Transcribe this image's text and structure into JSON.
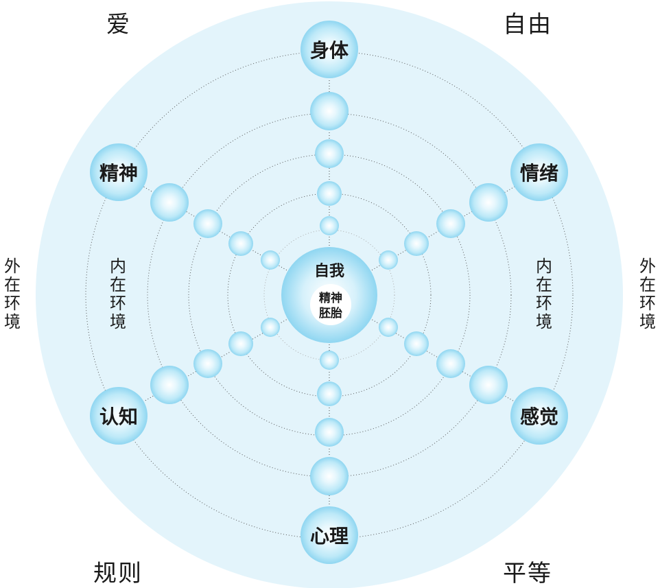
{
  "corners": {
    "top_left": "爱",
    "top_right": "自由",
    "bottom_left": "规则",
    "bottom_right": "平等"
  },
  "side_labels": {
    "outer_left": "外\n在\n环\n境",
    "outer_right": "外\n在\n环\n境",
    "inner_left": "内\n在\n环\n境",
    "inner_right": "内\n在\n环\n境"
  },
  "center": {
    "title": "自我",
    "sub_line1": "精神",
    "sub_line2": "胚胎"
  },
  "nodes": {
    "top": "身体",
    "upper_right": "情绪",
    "lower_right": "感觉",
    "bottom": "心理",
    "lower_left": "认知",
    "upper_left": "精神"
  },
  "colors": {
    "background_disc": "#e3f4fb",
    "bubble_edge": "#9fdcf3",
    "bubble_highlight": "#ffffff",
    "text": "#1a1a1a"
  }
}
